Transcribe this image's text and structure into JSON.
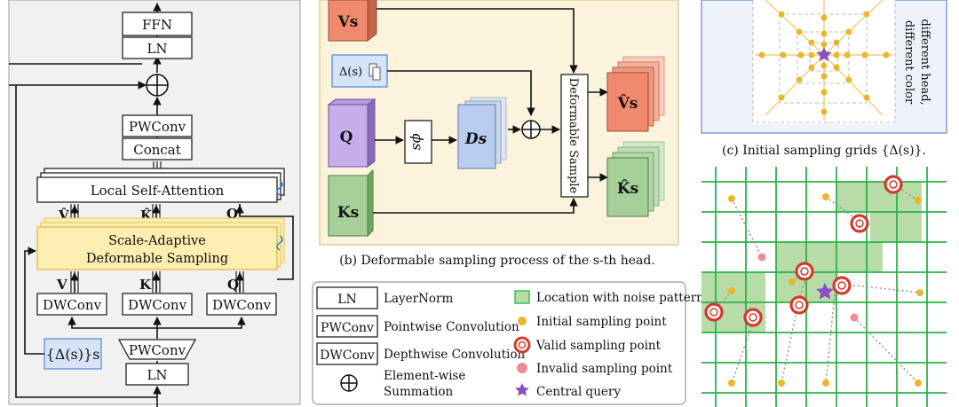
{
  "panel_a": {
    "ffn": "FFN",
    "ln_top": "LN",
    "pwconv_top": "PWConv",
    "concat": "Concat",
    "local_self_attention": "Local Self-Attention",
    "v_hat": "V̂",
    "k_hat": "K̂",
    "q_top": "Q",
    "sads_line1": "Scale-Adaptive",
    "sads_line2": "Deformable Sampling",
    "v": "V",
    "k": "K",
    "q": "Q",
    "dwconv_1": "DWConv",
    "dwconv_2": "DWConv",
    "dwconv_3": "DWConv",
    "delta_set": "{Δ(s)}s",
    "pwconv_bottom": "PWConv",
    "ln_bottom": "LN"
  },
  "panel_b": {
    "vs": "Vs",
    "delta": "Δ(s)",
    "q": "Q",
    "phi": "ϕs",
    "ds": "Ds",
    "ks": "Ks",
    "deformable_sample": "Deformable Sample",
    "vs_hat": "V̂s",
    "ks_hat": "K̂s",
    "caption": "(b) Deformable sampling process of the s-th head."
  },
  "panel_c": {
    "label_line1": "different head,",
    "label_line2": "different color",
    "caption": "(c) Initial sampling grids {Δ(s)}."
  },
  "legend": {
    "items": [
      {
        "box": "LN",
        "text": "LayerNorm"
      },
      {
        "box": "PWConv",
        "text": "Pointwise Convolution"
      },
      {
        "box": "DWConv",
        "text": "Depthwise Convolution"
      },
      {
        "symbol": "⊕",
        "text_line1": "Element-wise",
        "text_line2": "Summation"
      },
      {
        "symbol": "noise-square",
        "text": "Location with noise pattern"
      },
      {
        "symbol": "initial-point",
        "text": "Initial sampling point"
      },
      {
        "symbol": "valid-point",
        "text": "Valid sampling point"
      },
      {
        "symbol": "invalid-point",
        "text": "Invalid sampling point"
      },
      {
        "symbol": "star",
        "text": "Central query"
      }
    ]
  },
  "colors": {
    "panel_a_bg": "#f1f1f1",
    "panel_b_bg": "#fbf3dc",
    "panel_c_bg": "#eef2fa",
    "orange_box": "#ef8a6e",
    "purple_box": "#c7aeea",
    "blue_box": "#b9cdef",
    "green_box": "#a6cf9a",
    "sads_fill": "#fbeeb0",
    "noise_green": "#b7dca7",
    "grid_green": "#2bb24a",
    "initial_point": "#ecb52c",
    "valid_ring": "#d43a2e",
    "invalid_point": "#ee8b95",
    "star": "#8a4fc7"
  }
}
